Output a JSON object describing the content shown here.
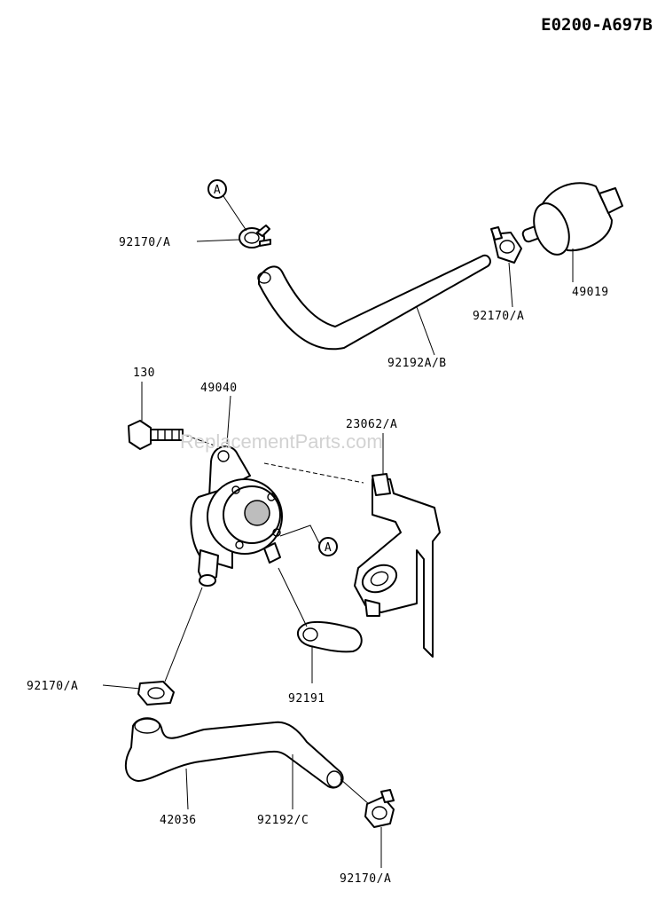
{
  "diagram_code": "E0200-A697B",
  "watermark": "ReplacementParts.com",
  "callout_ref": "A",
  "labels": {
    "clamp_top_left": "92170/A",
    "clamp_top_right": "92170/A",
    "fuel_filter": "49019",
    "hose_top": "92192A/B",
    "bolt": "130",
    "fuel_pump": "49040",
    "bracket": "23062/A",
    "clamp_mid_left": "92170/A",
    "hose_short": "92191",
    "hose_bottom_left": "42036",
    "hose_bottom_right": "92192/C",
    "clamp_bottom": "92170/A"
  }
}
